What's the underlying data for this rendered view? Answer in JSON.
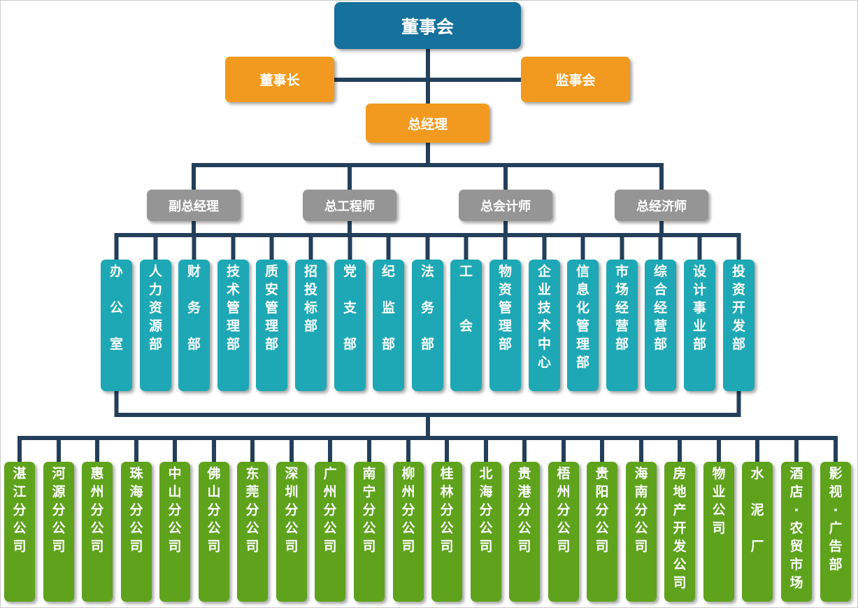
{
  "board": "董事会",
  "chairman": "董事长",
  "supervisors": "监事会",
  "general_manager": "总经理",
  "deputies": [
    "副总经理",
    "总工程师",
    "总会计师",
    "总经济师"
  ],
  "departments": [
    "办公室",
    "人力资源部",
    "财务部",
    "技术管理部",
    "质安管理部",
    "招投标部",
    "党支部",
    "纪监部",
    "法务部",
    "工会",
    "物资管理部",
    "企业技术中心",
    "信息化管理部",
    "市场经营部",
    "综合经营部",
    "设计事业部",
    "投资开发部"
  ],
  "branches": [
    "湛江分公司",
    "河源分公司",
    "惠州分公司",
    "珠海分公司",
    "中山分公司",
    "佛山分公司",
    "东莞分公司",
    "深圳分公司",
    "广州分公司",
    "南宁分公司",
    "柳州分公司",
    "桂林分公司",
    "北海分公司",
    "贵港分公司",
    "梧州分公司",
    "贵阳分公司",
    "海南分公司",
    "房地产开发公司",
    "物业公司",
    "水泥厂",
    "酒店·农贸市场",
    "影视·广告部"
  ],
  "colors": {
    "line": "#233f5a",
    "board": "#16719c",
    "executive": "#f29a1f",
    "deputy": "#959595",
    "department": "#1ea8b5",
    "branch": "#5fa31d"
  }
}
